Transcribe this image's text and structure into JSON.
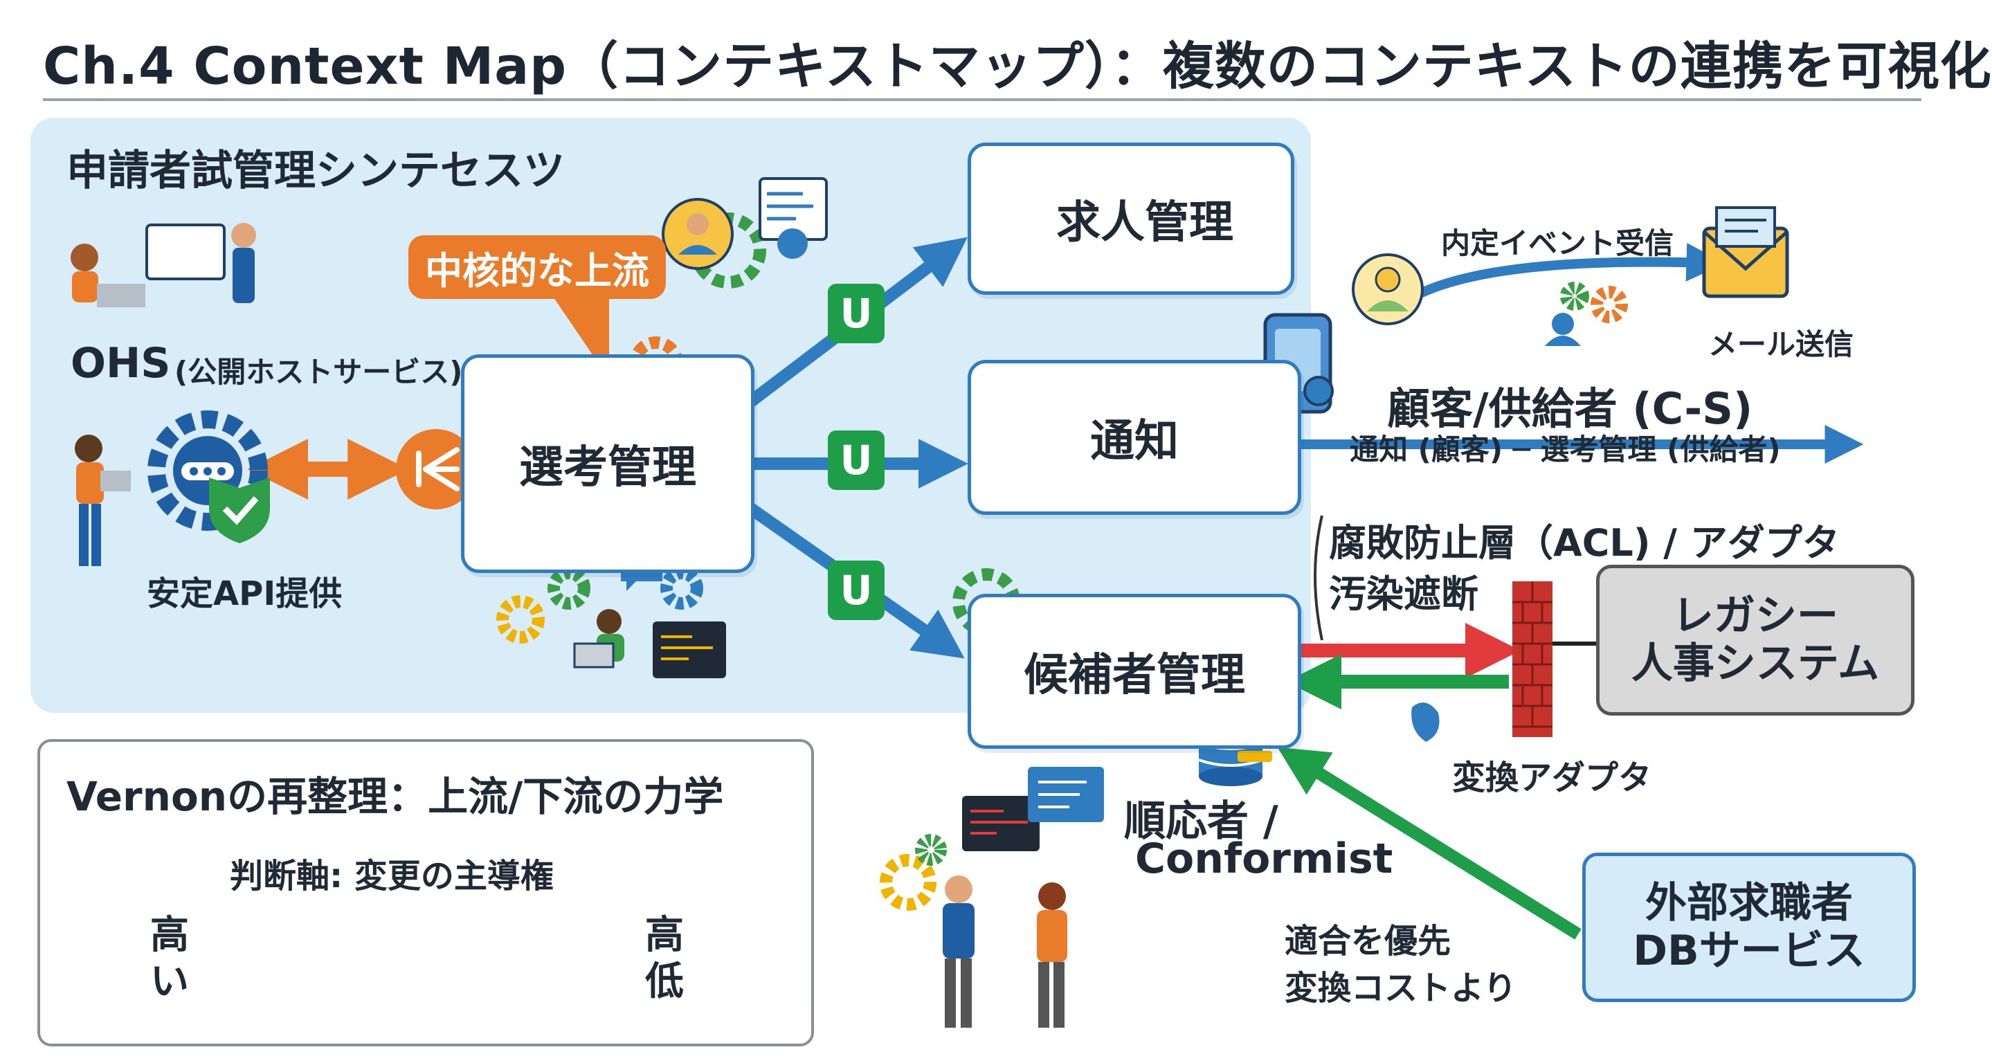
{
  "header": {
    "title": "Ch.4 Context Map（コンテキストマップ）：複数のコンテキストの連携を可視化"
  },
  "system_panel": {
    "title": "申請者試管理シンテセスツ",
    "ohs_label": "OHS",
    "ohs_sub": "(公開ホストサービス)",
    "stable_api": "安定API提供",
    "core_callout": "中核的な上流"
  },
  "contexts": {
    "selection": "選考管理",
    "job": "求人管理",
    "notification": "通知",
    "candidate": "候補者管理",
    "legacy_line1": "レガシー",
    "legacy_line2": "人事システム",
    "external_line1": "外部求職者",
    "external_line2": "DBサービス"
  },
  "relations": {
    "upstream_badge": "U",
    "offer_event": "内定イベント受信",
    "mail_send": "メール送信",
    "cs_title": "顧客/供給者 (C-S)",
    "cs_detail": "通知 (顧客) ─ 選考管理 (供給者)",
    "acl_title": "腐敗防止層（ACL) / アダプタ",
    "acl_sub": "汚染遮断",
    "adapter": "変換アダプタ",
    "conformist_1": "順応者 /",
    "conformist_2": "Conformist",
    "priority_1": "適合を優先",
    "priority_2": "変換コストより"
  },
  "vernon": {
    "title": "Vernonの再整理：上流/下流の力学",
    "axis": "判断軸: 変更の主導権",
    "left_1": "高",
    "left_2": "い",
    "right_1": "高",
    "right_2": "低"
  },
  "colors": {
    "blue": "#2f7cc0",
    "orange": "#ea7b2a",
    "green": "#1f9e49",
    "red": "#e23b3b",
    "panel": "#d8edf8"
  }
}
